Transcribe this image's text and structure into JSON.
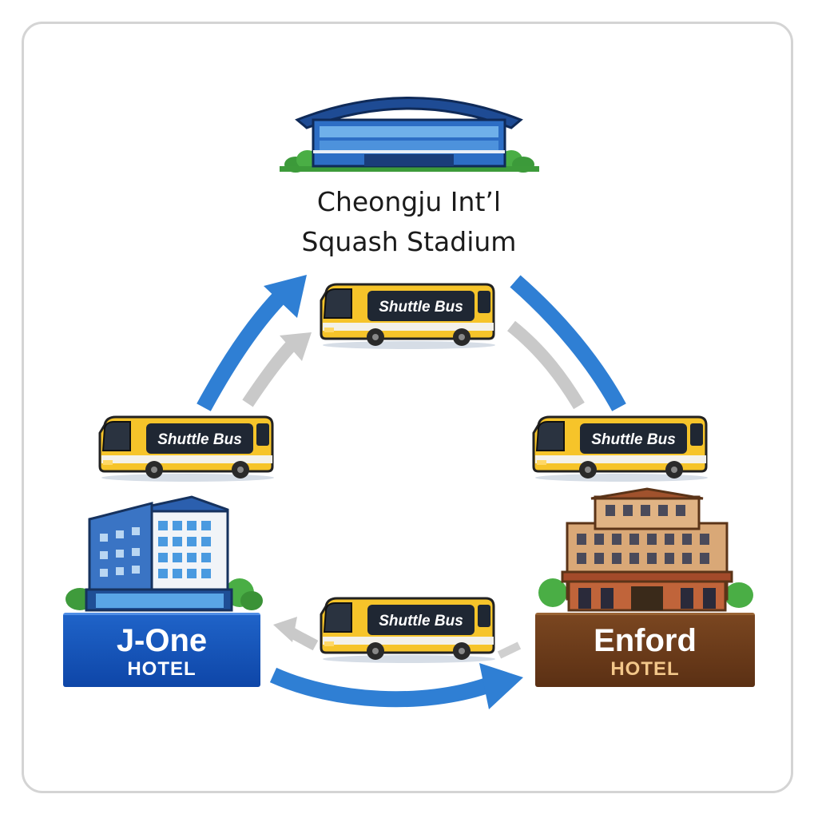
{
  "stadium": {
    "title_line1": "Cheongju Int’l",
    "title_line2": "Squash Stadium"
  },
  "hotels": {
    "left": {
      "name": "J-One",
      "suffix": "HOTEL"
    },
    "right": {
      "name": "Enford",
      "suffix": "HOTEL"
    }
  },
  "bus_label": "Shuttle Bus",
  "colors": {
    "arrow_primary": "#2f7fd4",
    "arrow_secondary": "#c8c8c8",
    "bus_body": "#f6c42a",
    "jone_sign": "#1553b8",
    "enford_sign": "#6a3a18"
  }
}
